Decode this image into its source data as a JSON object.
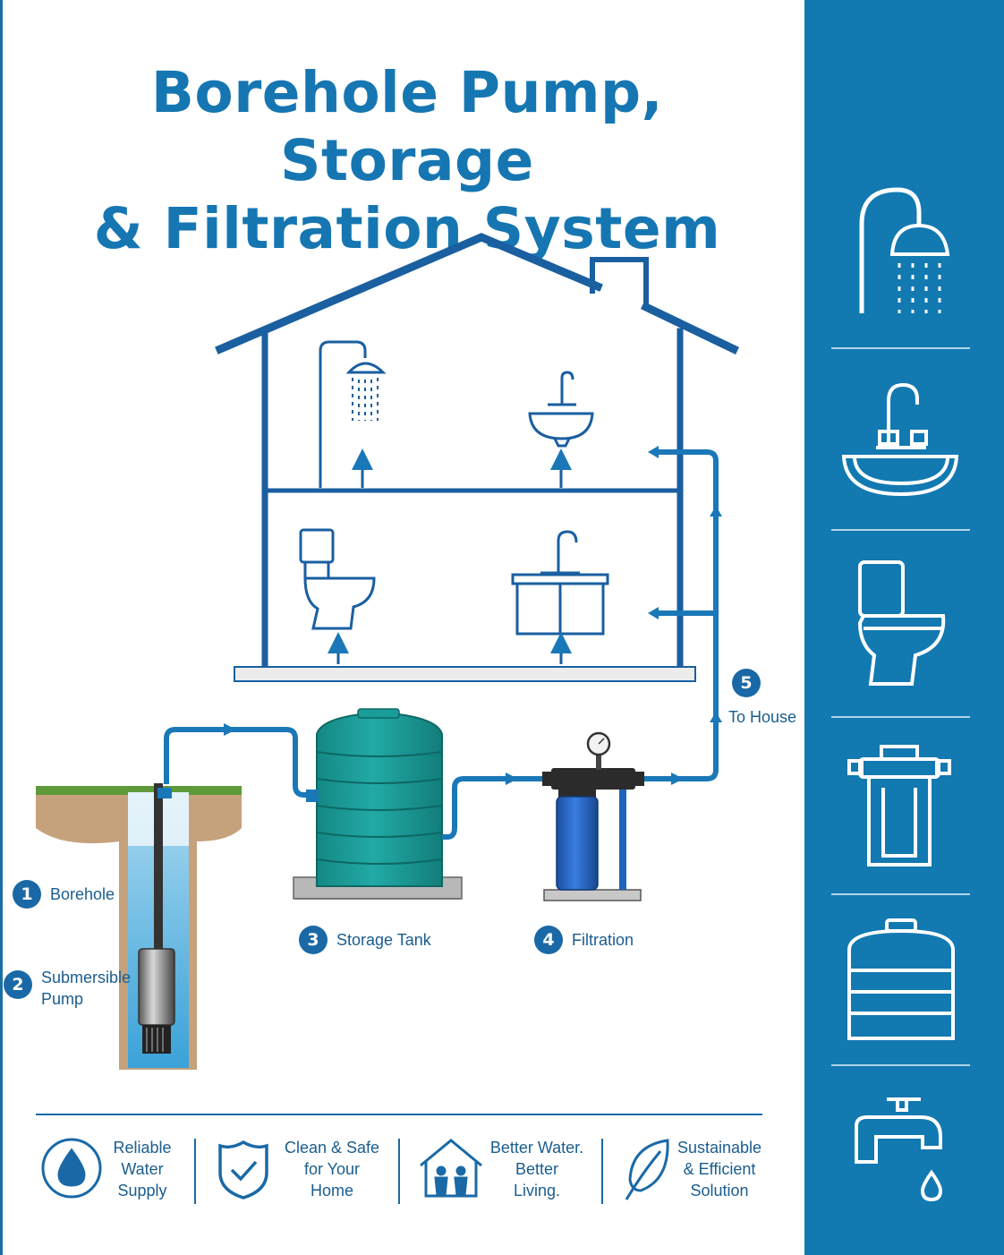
{
  "title": {
    "line1": "Borehole Pump, Storage",
    "line2": "& Filtration System"
  },
  "steps": [
    {
      "number": "1",
      "label": "Borehole"
    },
    {
      "number": "2",
      "label_line1": "Submersible",
      "label_line2": "Pump"
    },
    {
      "number": "3",
      "label": "Storage Tank"
    },
    {
      "number": "4",
      "label": "Filtration"
    },
    {
      "number": "5",
      "label": "To House"
    }
  ],
  "features": [
    {
      "icon": "water-drop-icon",
      "lines": [
        "Reliable",
        "Water",
        "Supply"
      ]
    },
    {
      "icon": "shield-check-icon",
      "lines": [
        "Clean & Safe",
        "for Your",
        "Home"
      ]
    },
    {
      "icon": "house-family-icon",
      "lines": [
        "Better Water.",
        "Better",
        "Living."
      ]
    },
    {
      "icon": "leaf-icon",
      "lines": [
        "Sustainable",
        "& Efficient",
        "Solution"
      ]
    }
  ],
  "sidebar_icons": [
    "shower-icon",
    "sink-icon",
    "toilet-icon",
    "water-filter-icon",
    "water-tank-icon",
    "tap-icon"
  ],
  "colors": {
    "accent": "#1279b1",
    "pipe": "#1a78b8",
    "house": "#1a5fa0",
    "tank": "#1a9c9a",
    "filter": "#1f63b8"
  }
}
